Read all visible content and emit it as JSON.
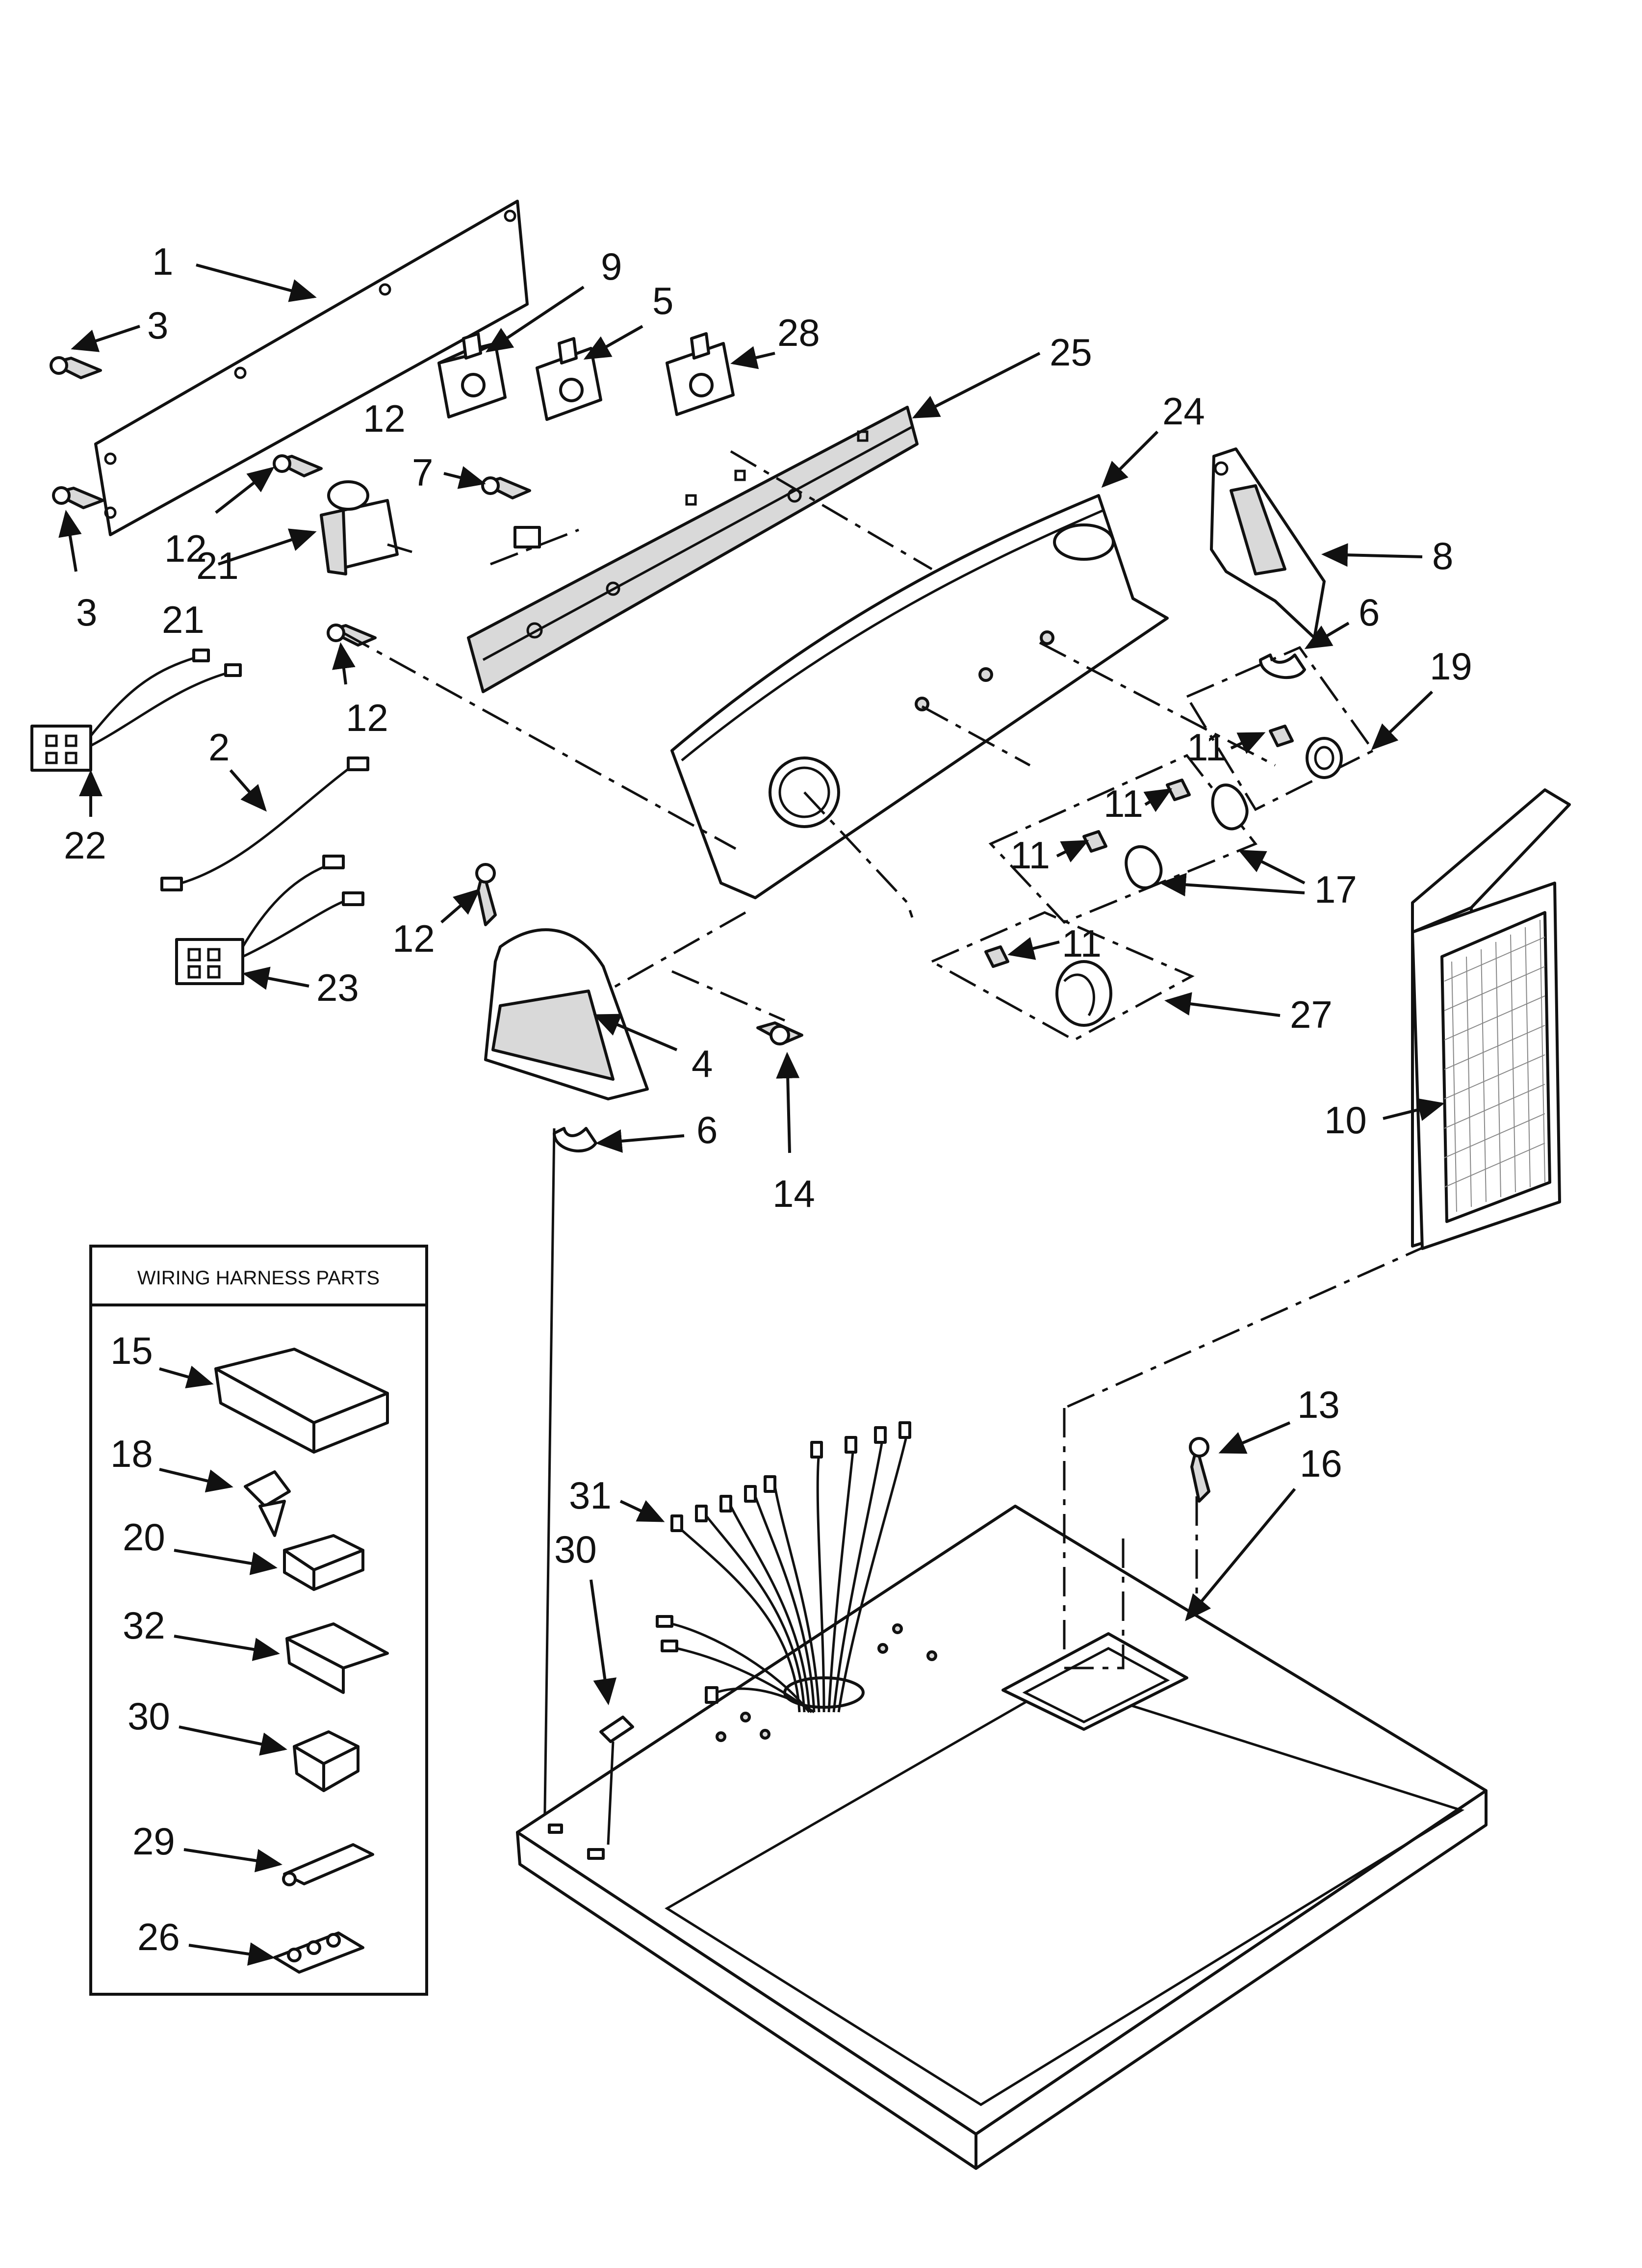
{
  "callouts": {
    "c1": "1",
    "c3a": "3",
    "c3b": "3",
    "c9": "9",
    "c5": "5",
    "c28": "28",
    "c25": "25",
    "c24": "24",
    "c12a": "12",
    "c12b": "12",
    "c12c": "12",
    "c12d": "12",
    "c7": "7",
    "c8": "8",
    "c6a": "6",
    "c6b": "6",
    "c21a": "21",
    "c21b": "21",
    "c22": "22",
    "c2": "2",
    "c23": "23",
    "c19": "19",
    "c11a": "11",
    "c11b": "11",
    "c11c": "11",
    "c11d": "11",
    "c17": "17",
    "c27": "27",
    "c4": "4",
    "c14": "14",
    "c10": "10",
    "c13": "13",
    "c16": "16",
    "c31": "31",
    "c30a": "30"
  },
  "wiring_box": {
    "title": "WIRING HARNESS PARTS",
    "items": [
      {
        "label": "15"
      },
      {
        "label": "18"
      },
      {
        "label": "20"
      },
      {
        "label": "32"
      },
      {
        "label": "30"
      },
      {
        "label": "29"
      },
      {
        "label": "26"
      }
    ]
  }
}
